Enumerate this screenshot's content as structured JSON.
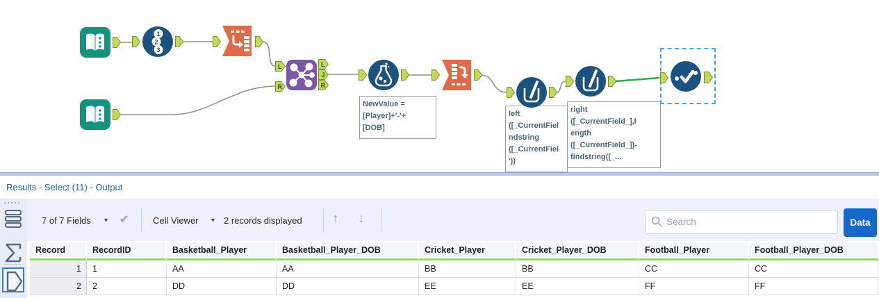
{
  "canvas": {
    "recordid_digits": [
      "1",
      "2",
      "3"
    ],
    "join_anchors": {
      "inputs": [
        "L",
        "R"
      ],
      "outputs": [
        "L",
        "J",
        "R"
      ]
    },
    "annotations": {
      "formula": [
        "NewValue =",
        "[Player]+'-'+",
        "[DOB]"
      ],
      "left_formula": [
        "left",
        "([_CurrentFiel",
        "ndstring",
        "([_CurrentFiel",
        "'))"
      ],
      "right_formula": [
        "right",
        "([_CurrentField_],l",
        "ength",
        "([_CurrentField_])-",
        "findstring([_..."
      ]
    }
  },
  "results": {
    "title": "Results - Select (11) - Output",
    "toolbar": {
      "fields_summary": "7 of 7 Fields",
      "cell_viewer_label": "Cell Viewer",
      "records_displayed": "2 records displayed",
      "search_placeholder": "Search",
      "data_button_label": "Data"
    },
    "table": {
      "columns": [
        "Record",
        "RecordID",
        "Basketball_Player",
        "Basketball_Player_DOB",
        "Cricket_Player",
        "Cricket_Player_DOB",
        "Football_Player",
        "Football_Player_DOB"
      ],
      "rows": [
        [
          "1",
          "1",
          "AA",
          "AA",
          "BB",
          "BB",
          "CC",
          "CC"
        ],
        [
          "2",
          "2",
          "DD",
          "DD",
          "EE",
          "EE",
          "FF",
          "FF"
        ]
      ]
    }
  },
  "colors": {
    "tool_teal": "#13947F",
    "tool_dark_blue": "#1B5280",
    "tool_orange": "#E0694A",
    "tool_purple": "#7B57A5",
    "anchor_green": "#C3D94F",
    "wire_gray": "#8F9396",
    "wire_green": "#2FA84F",
    "selection_blue": "#4DA0E8",
    "header_underline_green": "#90DC5E",
    "title_blue": "#1A65BB",
    "data_button_blue": "#1668C9"
  }
}
